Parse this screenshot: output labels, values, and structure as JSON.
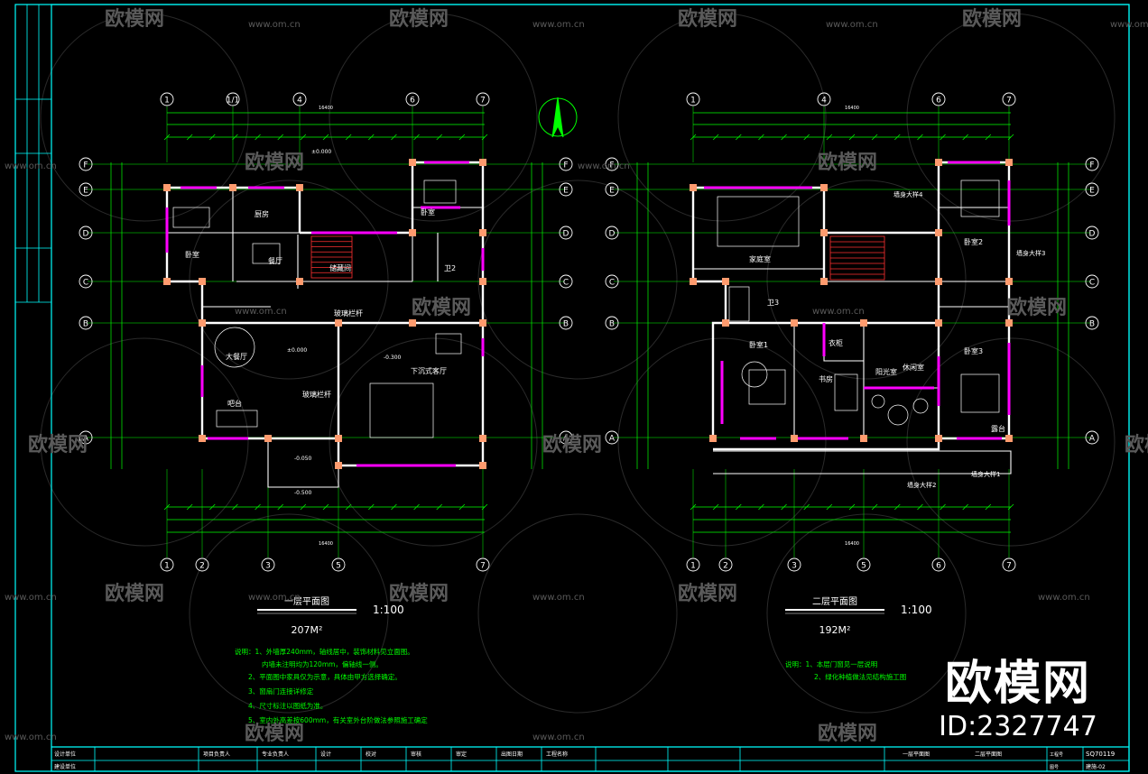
{
  "watermarks": {
    "brand": "欧模网",
    "url": "www.om.cn",
    "id_text": "ID:2327747"
  },
  "plans": [
    {
      "title": "一层平面图",
      "scale": "1:100",
      "area": "207M²",
      "grid_top": [
        "1",
        "1/1",
        "4",
        "6",
        "7"
      ],
      "grid_bottom": [
        "1",
        "2",
        "3",
        "5",
        "7"
      ],
      "grid_side": [
        "F",
        "E",
        "D",
        "C",
        "B",
        "A"
      ],
      "overall_dim": "16400",
      "rooms": [
        "卧室",
        "厨房",
        "餐厅",
        "储藏间",
        "卧室",
        "卫2",
        "大餐厅",
        "吧台",
        "下沉式客厅",
        "玻璃栏杆",
        "玻璃栏杆"
      ],
      "elevations": [
        "±0.000",
        "-0.300",
        "-0.050",
        "-0.500",
        "±0.000"
      ],
      "notes": [
        "说明：1、外墙厚240mm，轴线居中，装饰材料见立面图。",
        "内墙未注明均为120mm，偏轴线一侧。",
        "2、平面图中家具仅为示意，具体由甲方选择确定。",
        "3、窗扇门连接详修定",
        "4、尺寸标注以图纸为准。",
        "5、室内外高差按600mm，有关室外台阶做法参照施工确定"
      ]
    },
    {
      "title": "二层平面图",
      "scale": "1:100",
      "area": "192M²",
      "grid_top": [
        "1",
        "4",
        "6",
        "7"
      ],
      "grid_bottom": [
        "1",
        "2",
        "3",
        "5",
        "6",
        "7"
      ],
      "grid_side": [
        "F",
        "E",
        "D",
        "C",
        "B",
        "A"
      ],
      "overall_dim": "16400",
      "rooms": [
        "家庭室",
        "卧室1",
        "书房",
        "衣柜",
        "卧室2",
        "卧室3",
        "卫3",
        "休闲室",
        "阳光室",
        "露台"
      ],
      "callouts": [
        "墙身大样4",
        "墙身大样3",
        "墙身大样2",
        "墙身大样1"
      ],
      "notes": [
        "说明：1、本层门窗见一层说明",
        "2、绿化种植做法见结构施工图"
      ]
    }
  ],
  "title_block": {
    "left_cells": [
      "设计单位",
      "建设单位",
      "项目负责人",
      "专业负责人",
      "设计",
      "校对",
      "审核",
      "审定",
      "出图日期",
      "工程名称"
    ],
    "drawing_names": [
      "一层平面图",
      "二层平面图"
    ],
    "code_label": "工程号",
    "code": "SQ70119",
    "sheet_label": "图号",
    "sheet": "建施-02"
  },
  "colors": {
    "background": "#000000",
    "frame": "#00ffff",
    "dimension": "#00ff00",
    "wall": "#ffffff",
    "window": "#ff00ff",
    "column": "#ff9b6e",
    "axis_red": "#ff3030",
    "stair": "#ff3030",
    "note_text": "#00ff00"
  }
}
